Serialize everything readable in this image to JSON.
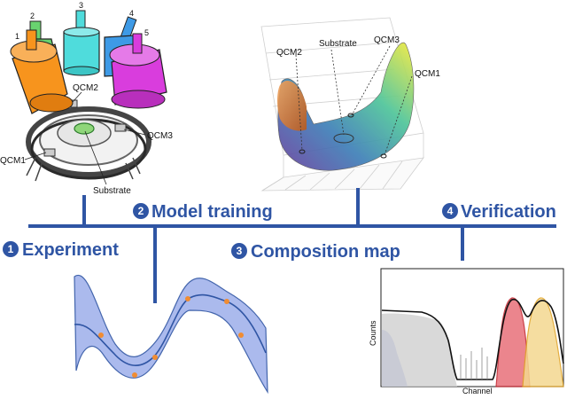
{
  "steps": [
    {
      "num": "1",
      "label": "Experiment"
    },
    {
      "num": "2",
      "label": "Model training"
    },
    {
      "num": "3",
      "label": "Composition map"
    },
    {
      "num": "4",
      "label": "Verification"
    }
  ],
  "apparatus": {
    "source_numbers": [
      "1",
      "2",
      "3",
      "4",
      "5"
    ],
    "labels": {
      "qcm1": "QCM1",
      "qcm2": "QCM2",
      "qcm3": "QCM3",
      "substrate": "Substrate"
    }
  },
  "surface_plot": {
    "labels": {
      "qcm2": "QCM2",
      "substrate": "Substrate",
      "qcm3": "QCM3",
      "qcm1": "QCM1"
    }
  },
  "spectrum_plot": {
    "xlabel": "Channel",
    "ylabel": "Counts"
  },
  "colors": {
    "accent": "#2f55a4",
    "gp_fill": "#a3b3ec",
    "gp_point": "#f08c32",
    "source_orange": "#f7941d",
    "source_green": "#69d36f",
    "source_cyan": "#4fdcdc",
    "source_blue": "#3e9ae6",
    "source_magenta": "#d93ddd"
  }
}
